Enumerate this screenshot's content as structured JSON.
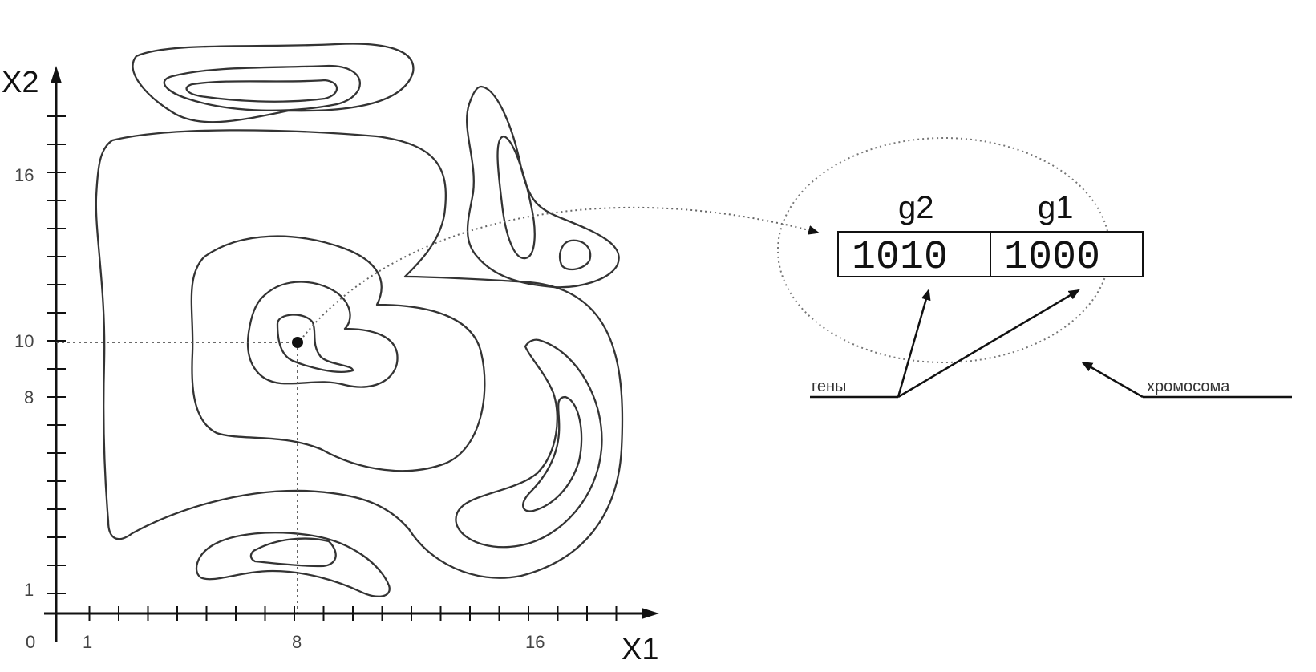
{
  "axes": {
    "x_name": "X1",
    "y_name": "X2",
    "x_ticks": [
      {
        "label": "1",
        "value": 1
      },
      {
        "label": "8",
        "value": 8
      },
      {
        "label": "16",
        "value": 16
      }
    ],
    "y_ticks": [
      {
        "label": "16",
        "value": 16
      },
      {
        "label": "10",
        "value": 10
      },
      {
        "label": "8",
        "value": 8
      },
      {
        "label": "1",
        "value": 1
      }
    ],
    "origin_label": "0"
  },
  "point": {
    "x1": 8,
    "x2": 10
  },
  "chromosome": {
    "genes": [
      {
        "name": "g2",
        "value": "1010"
      },
      {
        "name": "g1",
        "value": "1000"
      }
    ],
    "genes_label": "гены",
    "chromosome_label": "хромосома"
  }
}
